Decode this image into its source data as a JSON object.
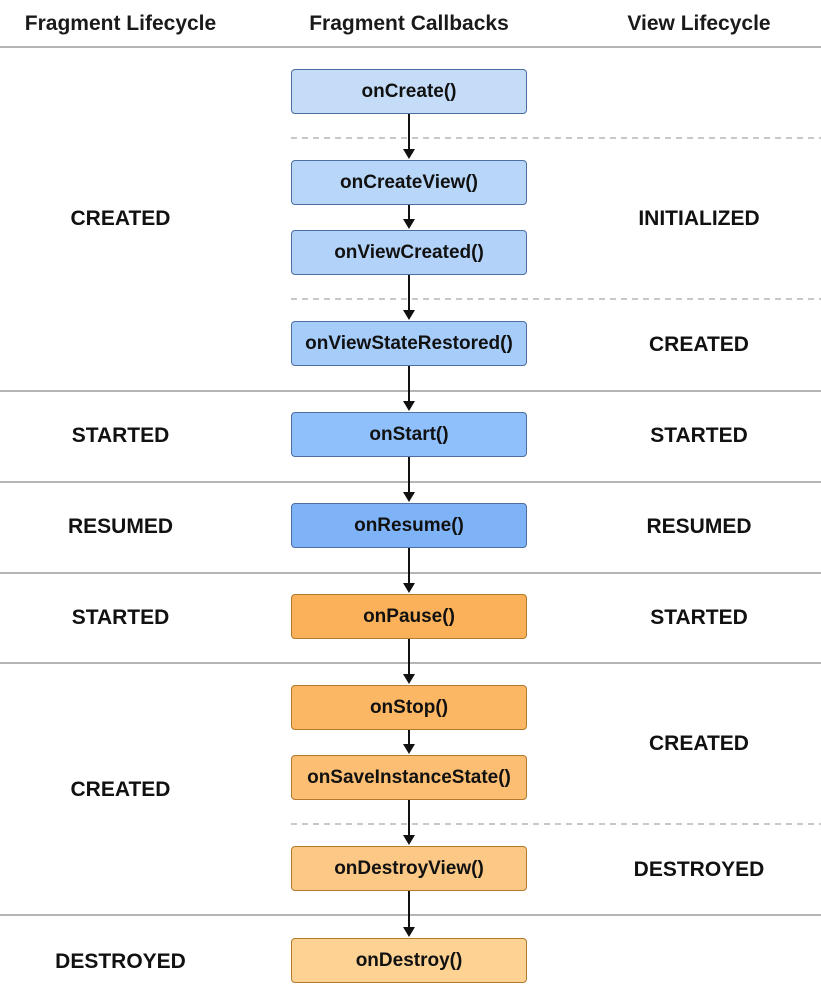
{
  "headers": {
    "fragment_lifecycle": "Fragment Lifecycle",
    "fragment_callbacks": "Fragment Callbacks",
    "view_lifecycle": "View Lifecycle"
  },
  "callbacks": [
    {
      "label": "onCreate()",
      "color": "#c4dcf8"
    },
    {
      "label": "onCreateView()",
      "color": "#b8d6f8"
    },
    {
      "label": "onViewCreated()",
      "color": "#b2d2f9"
    },
    {
      "label": "onViewStateRestored()",
      "color": "#a6ccfa"
    },
    {
      "label": "onStart()",
      "color": "#8fc0fb"
    },
    {
      "label": "onResume()",
      "color": "#7eb4f7"
    },
    {
      "label": "onPause()",
      "color": "#fbb159"
    },
    {
      "label": "onStop()",
      "color": "#fbb763"
    },
    {
      "label": "onSaveInstanceState()",
      "color": "#fbbe73"
    },
    {
      "label": "onDestroyView()",
      "color": "#fcc885"
    },
    {
      "label": "onDestroy()",
      "color": "#fdd293"
    }
  ],
  "fragment_states": [
    "CREATED",
    "STARTED",
    "RESUMED",
    "STARTED",
    "CREATED",
    "DESTROYED"
  ],
  "view_states": [
    "INITIALIZED",
    "CREATED",
    "STARTED",
    "RESUMED",
    "STARTED",
    "CREATED",
    "DESTROYED"
  ],
  "colors": {
    "box_border_blue": "#4a6fa0",
    "box_border_orange": "#b07a2a",
    "divider": "#b5b5b5",
    "arrow": "#111111"
  }
}
